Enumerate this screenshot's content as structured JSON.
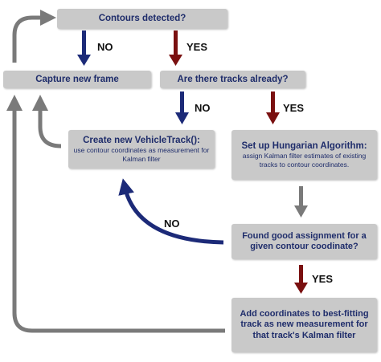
{
  "nodes": {
    "contours_detected": {
      "title": "Contours detected?"
    },
    "capture_new_frame": {
      "title": "Capture new frame"
    },
    "tracks_already": {
      "title": "Are there tracks already?"
    },
    "create_vehicle_track": {
      "title": "Create new VehicleTrack():",
      "subtitle": "use contour coordinates as measurement for Kalman filter"
    },
    "setup_hungarian": {
      "title": "Set up Hungarian Algorithm:",
      "subtitle": "assign Kalman filter estimates of existing tracks to contour coordinates."
    },
    "found_good_assignment": {
      "title": "Found good assignment for a given contour coodinate?"
    },
    "add_coordinates": {
      "title": "Add coordinates to best-fitting track as new measurement for that track's Kalman filter"
    }
  },
  "edge_labels": {
    "contours_no": "NO",
    "contours_yes": "YES",
    "tracks_no": "NO",
    "tracks_yes": "YES",
    "assignment_no": "NO",
    "assignment_yes": "YES"
  },
  "colors": {
    "box_fill": "#c9c9c9",
    "box_text": "#1f2d6b",
    "arrow_no": "#1c2a78",
    "arrow_yes": "#7a1010",
    "arrow_loop": "#7a7a7a"
  }
}
